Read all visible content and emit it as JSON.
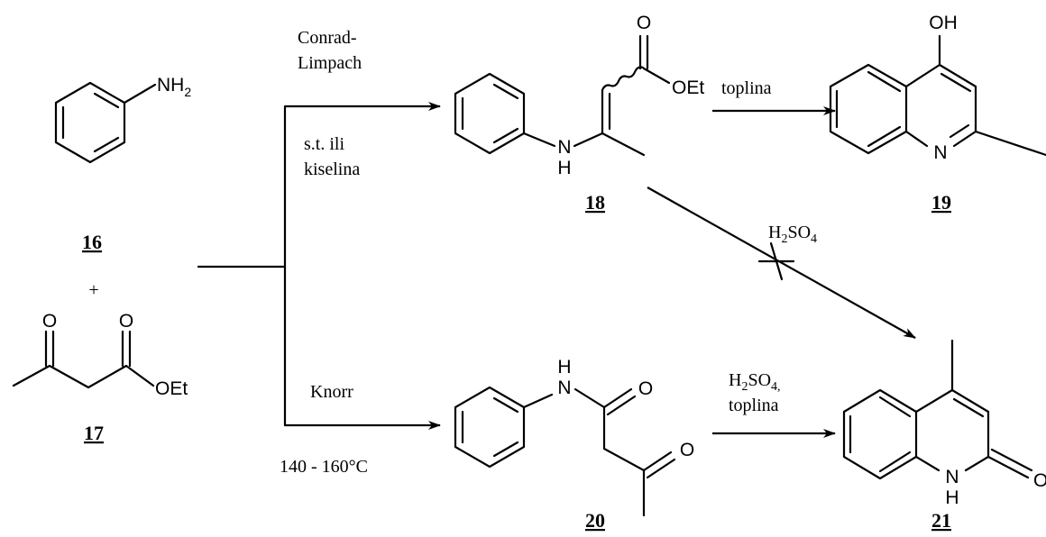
{
  "compounds": {
    "aniline": {
      "number": "16",
      "substituent": "NH",
      "substituent_sub": "2"
    },
    "ketoester": {
      "number": "17",
      "oxygen": "O",
      "ester": "OEt"
    },
    "enamine": {
      "number": "18",
      "oxygen": "O",
      "ester": "OEt",
      "nitrogen": "N",
      "hydrogen": "H"
    },
    "hydroxyquinoline": {
      "number": "19",
      "hydroxyl": "OH",
      "nitrogen": "N"
    },
    "anilide": {
      "number": "20",
      "nitrogen": "N",
      "hydrogen": "H",
      "oxygen_amide": "O",
      "oxygen_ketone": "O"
    },
    "quinolinone": {
      "number": "21",
      "nitrogen": "N",
      "hydrogen": "H",
      "oxygen": "O"
    }
  },
  "plus": "+",
  "conditions": {
    "conrad_line1": "Conrad-",
    "conrad_line2": "Limpach",
    "conrad_cond1": "s.t. ili",
    "conrad_cond2": "kiselina",
    "knorr": "Knorr",
    "knorr_temp": "140 - 160°C",
    "heat_top": "toplina",
    "acid_blocked": {
      "h": "H",
      "sub2": "2",
      "so": "SO",
      "sub4": "4"
    },
    "acid_bottom": {
      "h": "H",
      "sub2": "2",
      "so": "SO",
      "sub4": "4,",
      "line2": "toplina"
    }
  }
}
